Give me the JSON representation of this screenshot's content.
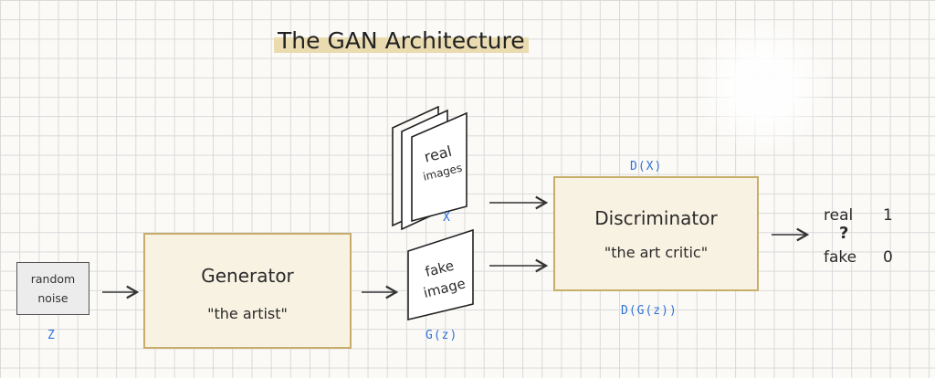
{
  "title": "The GAN Architecture",
  "noise": {
    "line1": "random",
    "line2": "noise",
    "var": "Z"
  },
  "generator": {
    "title": "Generator",
    "subtitle": "\"the artist\""
  },
  "fake": {
    "line1": "fake",
    "line2": "image",
    "var": "G(z)"
  },
  "real": {
    "line1": "real",
    "line2": "images",
    "var": "X"
  },
  "discriminator": {
    "title": "Discriminator",
    "subtitle": "\"the art critic\"",
    "top_label": "D(X)",
    "bottom_label": "D(G(z))"
  },
  "output": {
    "real_label": "real",
    "real_value": "1",
    "question": "?",
    "fake_label": "fake",
    "fake_value": "0"
  },
  "colors": {
    "accent_blue": "#2f72d8",
    "box_fill": "#f8f2e2",
    "box_border": "#c8ad6a",
    "title_highlight": "#eadbb0"
  }
}
